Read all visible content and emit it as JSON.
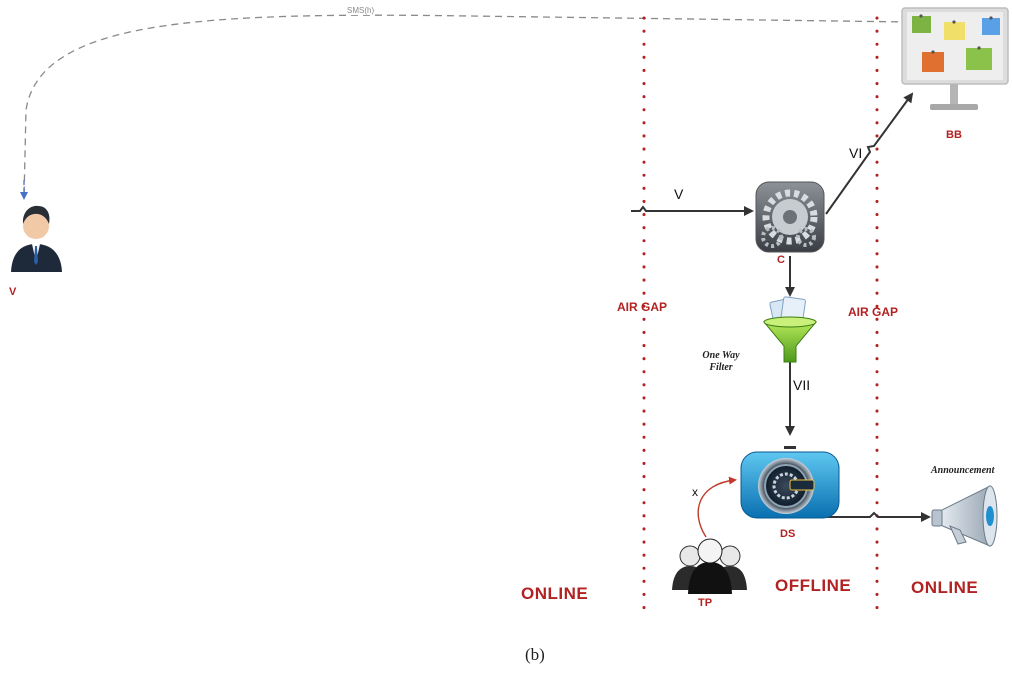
{
  "sms_label": "SMS(h)",
  "nodes": {
    "voter": "V",
    "bulletin_board": "BB",
    "server_c": "C",
    "filter": "One Way Filter",
    "data_store": "DS",
    "third_party": "TP",
    "announcement": "Announcement"
  },
  "arrows": {
    "v": "V",
    "vi": "VI",
    "vii": "VII",
    "blocked": "x"
  },
  "air_gaps": [
    "AIR GAP",
    "AIR GAP"
  ],
  "zones": [
    "ONLINE",
    "OFFLINE",
    "ONLINE"
  ],
  "caption": "(b)",
  "colors": {
    "label_red": "#b22222",
    "air_gap_dots": "#b22222",
    "sms_dash": "#8a8a8a",
    "sms_arrow": "#4a72c4",
    "arrow": "#333333",
    "tp_arrow": "#c0392b"
  }
}
